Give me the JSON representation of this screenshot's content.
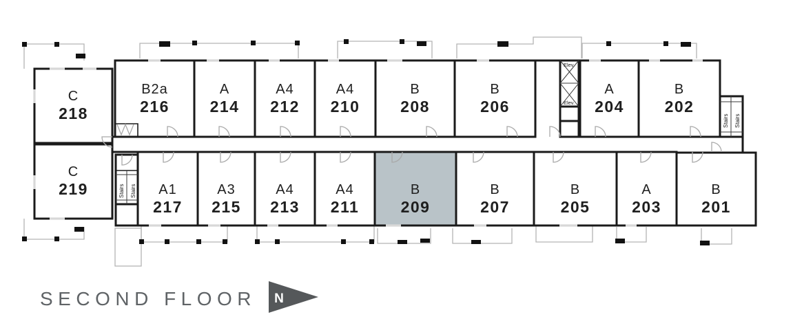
{
  "title": {
    "text": "SECOND FLOOR"
  },
  "compass": {
    "label": "N"
  },
  "legend_labels": {
    "stairs": "Stairs",
    "elevator": "Elev."
  },
  "colors": {
    "highlight": "#b9c3c8",
    "wall": "#1a1a1a",
    "title_text": "#5f6366",
    "compass": "#55585a"
  },
  "highlighted_unit": "B 209",
  "units": [
    {
      "type": "C",
      "number": "218",
      "highlighted": false
    },
    {
      "type": "B2a",
      "number": "216",
      "highlighted": false
    },
    {
      "type": "A",
      "number": "214",
      "highlighted": false
    },
    {
      "type": "A4",
      "number": "212",
      "highlighted": false
    },
    {
      "type": "A4",
      "number": "210",
      "highlighted": false
    },
    {
      "type": "B",
      "number": "208",
      "highlighted": false
    },
    {
      "type": "B",
      "number": "206",
      "highlighted": false
    },
    {
      "type": "A",
      "number": "204",
      "highlighted": false
    },
    {
      "type": "B",
      "number": "202",
      "highlighted": false
    },
    {
      "type": "C",
      "number": "219",
      "highlighted": false
    },
    {
      "type": "A1",
      "number": "217",
      "highlighted": false
    },
    {
      "type": "A3",
      "number": "215",
      "highlighted": false
    },
    {
      "type": "A4",
      "number": "213",
      "highlighted": false
    },
    {
      "type": "A4",
      "number": "211",
      "highlighted": false
    },
    {
      "type": "B",
      "number": "209",
      "highlighted": true
    },
    {
      "type": "B",
      "number": "207",
      "highlighted": false
    },
    {
      "type": "B",
      "number": "205",
      "highlighted": false
    },
    {
      "type": "A",
      "number": "203",
      "highlighted": false
    },
    {
      "type": "B",
      "number": "201",
      "highlighted": false
    }
  ]
}
